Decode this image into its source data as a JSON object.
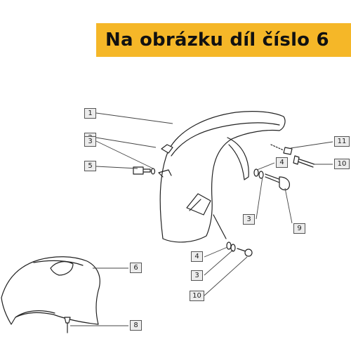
{
  "banner": {
    "text": "Na obrázku díl číslo 6",
    "color": "#f5b728"
  },
  "callouts": [
    {
      "id": "c1",
      "label": "1"
    },
    {
      "id": "c2",
      "label": "2"
    },
    {
      "id": "c3a",
      "label": "3"
    },
    {
      "id": "c5",
      "label": "5"
    },
    {
      "id": "c11",
      "label": "11"
    },
    {
      "id": "c10a",
      "label": "10"
    },
    {
      "id": "c4a",
      "label": "4"
    },
    {
      "id": "c3b",
      "label": "3"
    },
    {
      "id": "c9",
      "label": "9"
    },
    {
      "id": "c4b",
      "label": "4"
    },
    {
      "id": "c3c",
      "label": "3"
    },
    {
      "id": "c10b",
      "label": "10"
    },
    {
      "id": "c6",
      "label": "6"
    },
    {
      "id": "c8",
      "label": "8"
    }
  ]
}
